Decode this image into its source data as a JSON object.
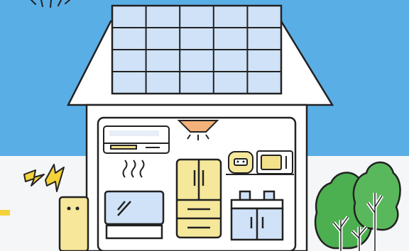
{
  "scene": {
    "colors": {
      "sky": "#5aaee6",
      "ground": "#f4f6f8",
      "outline": "#222222",
      "solar_panel": "#cfe2f7",
      "fridge": "#f5e89a",
      "battery": "#f7e79a",
      "tree": "#4caf50",
      "tree_dark": "#2e8b3a",
      "lamp": "#f3b27a",
      "lightning": "#f4d23a",
      "wall": "#ffffff",
      "sun_marks": "#f4d23a"
    },
    "elements": [
      {
        "name": "sun-rays-icon"
      },
      {
        "name": "solar-panel-array",
        "rows": 4,
        "columns": 5
      },
      {
        "name": "house-roof"
      },
      {
        "name": "house-wall"
      },
      {
        "name": "air-conditioner-icon"
      },
      {
        "name": "ceiling-lamp-icon"
      },
      {
        "name": "rice-cooker-icon"
      },
      {
        "name": "microwave-icon"
      },
      {
        "name": "refrigerator-icon"
      },
      {
        "name": "television-icon"
      },
      {
        "name": "kitchen-cabinet-icon"
      },
      {
        "name": "home-battery-icon"
      },
      {
        "name": "lightning-bolt-icon"
      },
      {
        "name": "trees-icon"
      }
    ]
  }
}
